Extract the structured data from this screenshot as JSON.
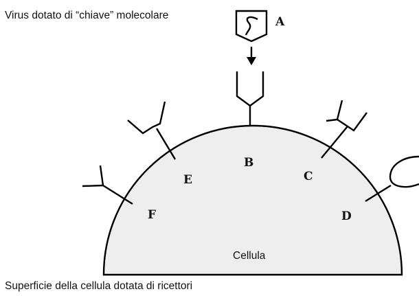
{
  "texts": {
    "virus_label": "Virus dotato di “chiave” molecolare",
    "surface_label": "Superficie della cellula dotata di ricettori",
    "cell_label": "Cellula"
  },
  "letters": {
    "A": "A",
    "B": "B",
    "C": "C",
    "D": "D",
    "E": "E",
    "F": "F"
  },
  "colors": {
    "cell_fill": "#eeeeee",
    "stroke": "#000000",
    "background": "#ffffff"
  }
}
